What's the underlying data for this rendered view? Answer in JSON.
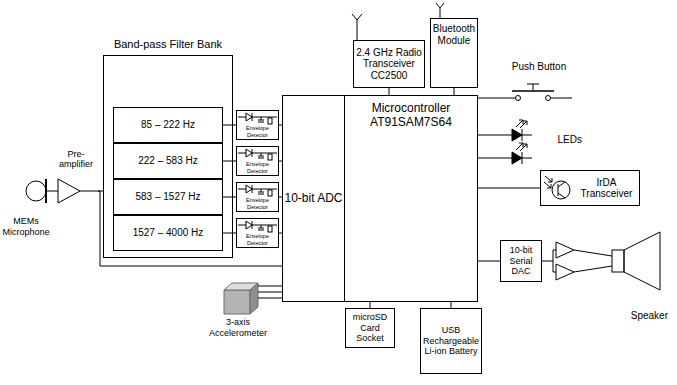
{
  "diagram": {
    "nodes": [
      {
        "text": [
          "2.4 GHz Radio Transceiver CC2500"
        ]
      },
      {
        "text": [
          "Bluetooth Module"
        ]
      },
      {
        "text": [
          "Band-pass Filter Bank"
        ]
      },
      {
        "text": [
          "85 – 222 Hz"
        ],
        "in": 2
      },
      {
        "text": [
          "222 – 583 Hz"
        ],
        "in": 2
      },
      {
        "text": [
          "583 – 1527 Hz"
        ],
        "in": 2
      },
      {
        "text": [
          "1527 – 4000 Hz"
        ],
        "in": 2
      },
      {
        "text": [
          "Push Button"
        ]
      },
      {
        "text": [
          "Envelope Detector"
        ]
      },
      {
        "text": [
          "Envelope Detector"
        ]
      },
      {
        "text": [
          "Envelope Detector"
        ]
      },
      {
        "text": [
          "Envelope Detector"
        ]
      },
      {
        "text": [
          "MEMs Microphone"
        ]
      },
      {
        "text": [
          "Pre-amplifier"
        ]
      },
      {
        "text": [
          "10-bit ADC"
        ]
      },
      {
        "text": [
          "Microcontroller AT91SAM7S64"
        ]
      },
      {
        "text": [
          "LEDs"
        ]
      },
      {
        "text": [
          "IrDA Transceiver"
        ]
      },
      {
        "text": [
          "10-bit Serial DAC"
        ]
      },
      {
        "text": [
          "Speaker"
        ]
      },
      {
        "text": [
          "3-axis Accelerometer"
        ]
      },
      {
        "text": [
          "microSD Card Socket"
        ]
      },
      {
        "text": [
          "USB Rechargeable Li-ion Battery"
        ]
      }
    ],
    "edges": [
      {
        "from": 12,
        "to": 13,
        "arrow": "none"
      },
      {
        "from": 13,
        "to": 2,
        "arrow": "none"
      },
      {
        "from": 13,
        "to": 14,
        "arrow": "none"
      },
      {
        "from": 3,
        "to": 8,
        "arrow": "none"
      },
      {
        "from": 4,
        "to": 9,
        "arrow": "none"
      },
      {
        "from": 5,
        "to": 10,
        "arrow": "none"
      },
      {
        "from": 6,
        "to": 11,
        "arrow": "none"
      },
      {
        "from": 8,
        "to": 14,
        "arrow": "none"
      },
      {
        "from": 9,
        "to": 14,
        "arrow": "none"
      },
      {
        "from": 10,
        "to": 14,
        "arrow": "none"
      },
      {
        "from": 11,
        "to": 14,
        "arrow": "none"
      },
      {
        "from": 20,
        "to": 14,
        "arrow": "none"
      },
      {
        "from": 20,
        "to": 14,
        "arrow": "none"
      },
      {
        "from": 20,
        "to": 14,
        "arrow": "none"
      },
      {
        "from": 15,
        "to": 0,
        "arrow": "none"
      },
      {
        "from": 15,
        "to": 1,
        "arrow": "none"
      },
      {
        "from": 15,
        "to": 7,
        "arrow": "none"
      },
      {
        "from": 15,
        "to": 16,
        "arrow": "none"
      },
      {
        "from": 15,
        "to": 16,
        "arrow": "none"
      },
      {
        "from": 15,
        "to": 17,
        "arrow": "none"
      },
      {
        "from": 15,
        "to": 18,
        "arrow": "none"
      },
      {
        "from": 18,
        "to": 19,
        "arrow": "none"
      },
      {
        "from": 15,
        "to": 21,
        "arrow": "none"
      },
      {
        "from": 15,
        "to": 22,
        "arrow": "none"
      }
    ]
  }
}
